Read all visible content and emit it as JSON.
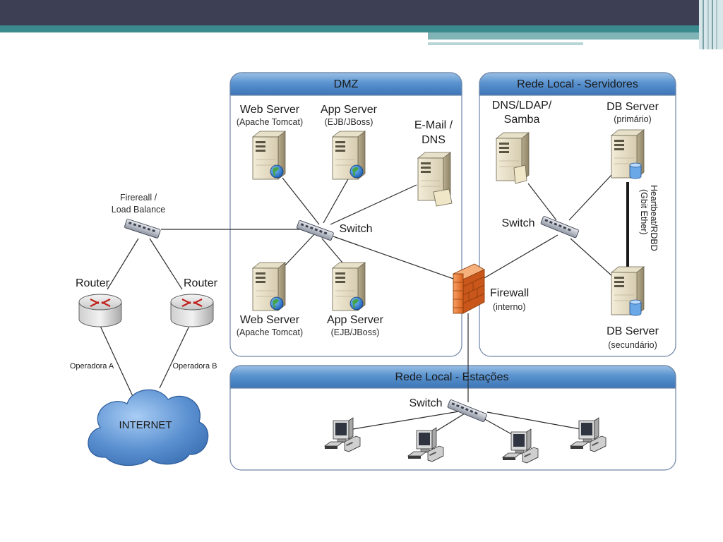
{
  "zones": {
    "dmz": "DMZ",
    "servidores": "Rede Local - Servidores",
    "estacoes": "Rede Local - Estações"
  },
  "nodes": {
    "web_server_1": {
      "name": "Web Server",
      "sub": "(Apache Tomcat)"
    },
    "app_server_1": {
      "name": "App Server",
      "sub": "(EJB/JBoss)"
    },
    "email_dns": {
      "line1": "E-Mail /",
      "line2": "DNS"
    },
    "web_server_2": {
      "name": "Web Server",
      "sub": "(Apache Tomcat)"
    },
    "app_server_2": {
      "name": "App Server",
      "sub": "(EJB/JBoss)"
    },
    "dmz_switch": "Switch",
    "dns_ldap": {
      "line1": "DNS/LDAP/",
      "line2": "Samba"
    },
    "db_primary": {
      "name": "DB Server",
      "sub": "(primário)"
    },
    "db_secondary": {
      "name": "DB Server",
      "sub": "(secundário)"
    },
    "srv_switch": "Switch",
    "heartbeat": {
      "line1": "Heartbeat/RDBD",
      "line2": "(Gbit Ether)"
    },
    "firewall_internal": {
      "name": "Firewall",
      "sub": "(interno)"
    },
    "firewall_lb": {
      "line1": "Firereall /",
      "line2": "Load Balance"
    },
    "router_a": "Router",
    "router_b": "Router",
    "operadora_a": "Operadora A",
    "operadora_b": "Operadora B",
    "internet": "INTERNET",
    "stations_switch": "Switch"
  },
  "icons": {
    "server": "server-tower-icon",
    "globe": "globe-icon",
    "database": "database-icon",
    "router": "router-icon",
    "switch": "network-switch-icon",
    "firewall": "firewall-brick-icon",
    "cloud": "cloud-icon",
    "workstation": "workstation-icon"
  },
  "colors": {
    "header_bar": "#3d4054",
    "accent_teal": "#3a8a8e",
    "zone_header": "#4f86c4",
    "zone_border": "#6f86a8",
    "firewall": "#e8762c",
    "cloud": "#4a7fc1"
  }
}
